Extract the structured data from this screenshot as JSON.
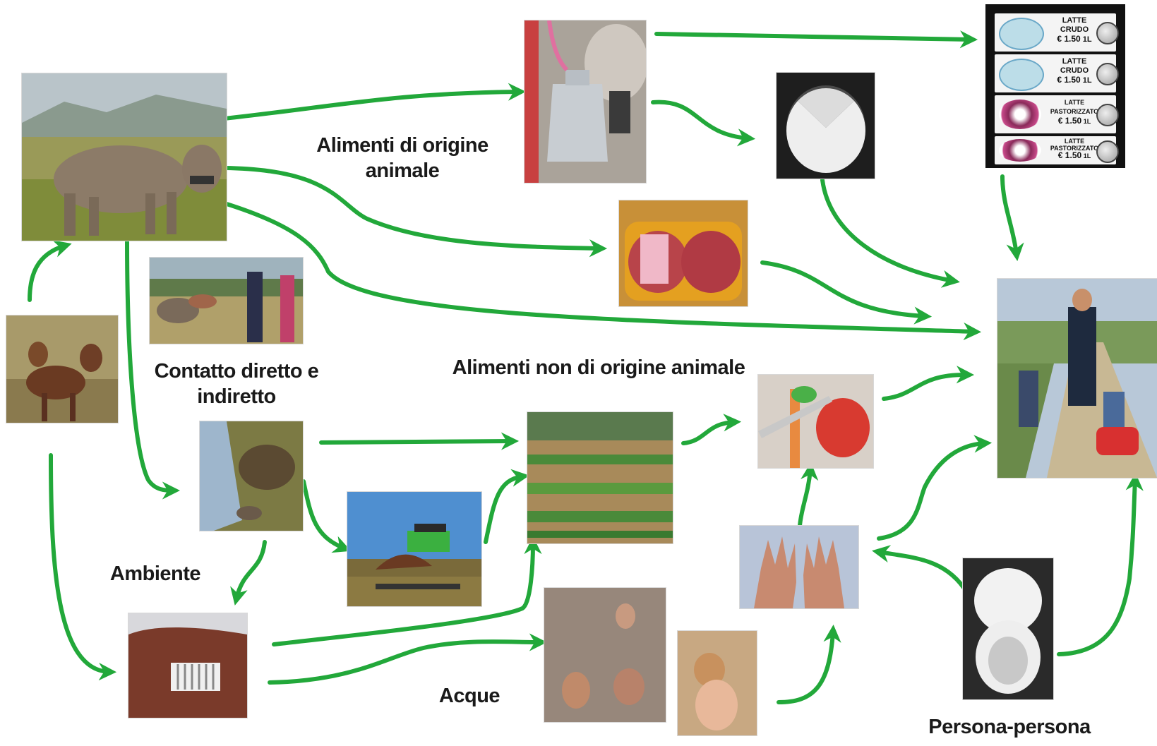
{
  "labels": {
    "alimenti_animale_line1": "Alimenti di origine",
    "alimenti_animale_line2": "animale",
    "contatto_line1": "Contatto diretto e",
    "contatto_line2": "indiretto",
    "alimenti_non_animale": "Alimenti non di origine animale",
    "ambiente": "Ambiente",
    "acque": "Acque",
    "persona_persona": "Persona-persona"
  },
  "vending": [
    {
      "line1": "LATTE",
      "line2": "CRUDO",
      "price": "€ 1.50",
      "unit": "1L"
    },
    {
      "line1": "LATTE",
      "line2": "CRUDO",
      "price": "€ 1.50",
      "unit": "1L"
    },
    {
      "line1": "LATTE",
      "line2": "PASTORIZZATO",
      "price": "€ 1.50",
      "unit": "1L"
    },
    {
      "line1": "LATTE",
      "line2": "PASTORIZZATO",
      "price": "€ 1.50",
      "unit": "1L"
    }
  ],
  "colors": {
    "arrow": "#22a83a",
    "text": "#1a1a1a"
  }
}
